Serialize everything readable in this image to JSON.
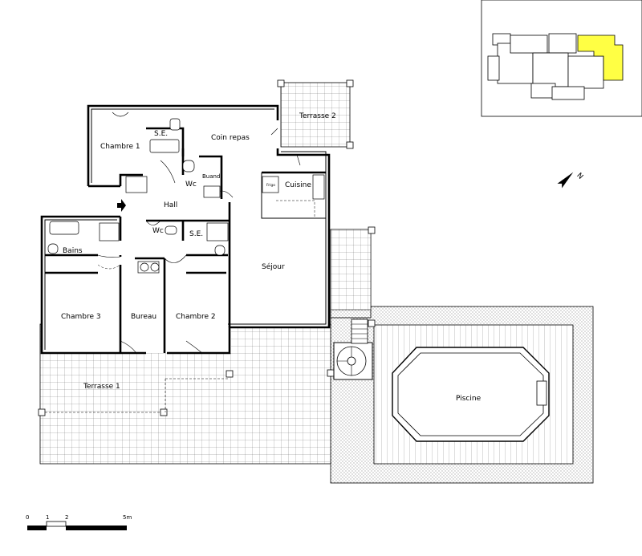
{
  "rooms": {
    "chambre1": "Chambre  1",
    "se_top": "S.E.",
    "coin_repas": "Coin  repas",
    "terrasse2": "Terrasse  2",
    "wc_top": "Wc",
    "buanderie": "Buand.",
    "frigo": "Frigo",
    "cuisine": "Cuisine",
    "hall": "Hall",
    "bains": "Bains",
    "wc_mid": "Wc",
    "se_mid": "S.E.",
    "sejour": "Séjour",
    "chambre3": "Chambre  3",
    "bureau": "Bureau",
    "chambre2": "Chambre  2",
    "terrasse1": "Terrasse  1",
    "piscine": "Piscine"
  },
  "north_label": "N",
  "scale": {
    "ticks": [
      "0",
      "1",
      "2",
      "5m"
    ]
  },
  "key_plan": {
    "highlight_color": "#ffff44"
  },
  "colors": {
    "line": "#000000",
    "background": "#ffffff"
  }
}
